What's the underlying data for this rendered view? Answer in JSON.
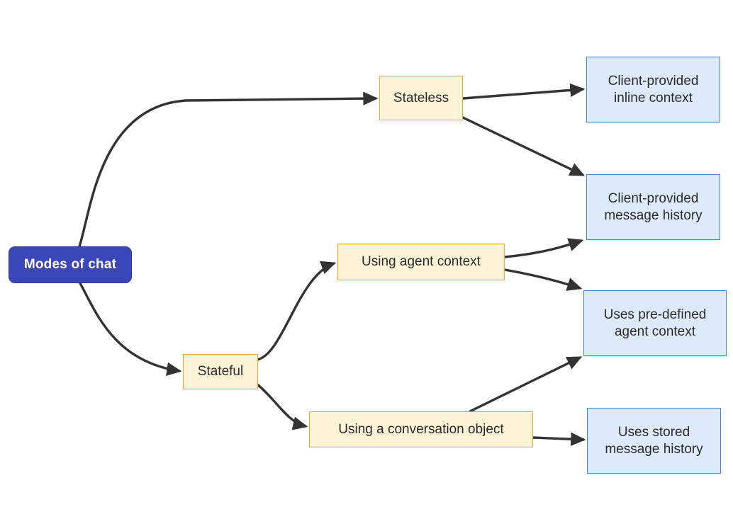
{
  "diagram": {
    "title": "Modes of chat",
    "type": "flowchart",
    "direction": "left-to-right",
    "background": "#ffffff",
    "palette": {
      "root_fill": "#3b46b8",
      "root_text": "#ffffff",
      "branch_fill": "#fdf3d7",
      "branch_border": "#f5a623",
      "leaf_fill": "#ddeafb",
      "leaf_border": "#3d85e0",
      "edge": "#333333",
      "node_text": "#2b2b2b"
    },
    "nodes": {
      "root": {
        "label": "Modes of chat"
      },
      "stateless": {
        "label": "Stateless"
      },
      "stateful": {
        "label": "Stateful"
      },
      "agent_context": {
        "label": "Using agent context"
      },
      "conversation_object": {
        "label": "Using a conversation object"
      },
      "inline_context": {
        "label": "Client-provided\ninline context"
      },
      "client_history": {
        "label": "Client-provided\nmessage history"
      },
      "predefined_agent_context": {
        "label": "Uses pre-defined\nagent context"
      },
      "stored_history": {
        "label": "Uses stored\nmessage history"
      }
    },
    "edges": [
      {
        "from": "Modes of chat",
        "to": "Stateless"
      },
      {
        "from": "Modes of chat",
        "to": "Stateful"
      },
      {
        "from": "Stateless",
        "to": "Client-provided inline context"
      },
      {
        "from": "Stateless",
        "to": "Client-provided message history"
      },
      {
        "from": "Stateful",
        "to": "Using agent context"
      },
      {
        "from": "Stateful",
        "to": "Using a conversation object"
      },
      {
        "from": "Using agent context",
        "to": "Client-provided message history"
      },
      {
        "from": "Using agent context",
        "to": "Uses pre-defined agent context"
      },
      {
        "from": "Using a conversation object",
        "to": "Uses pre-defined agent context"
      },
      {
        "from": "Using a conversation object",
        "to": "Uses stored message history"
      }
    ]
  }
}
